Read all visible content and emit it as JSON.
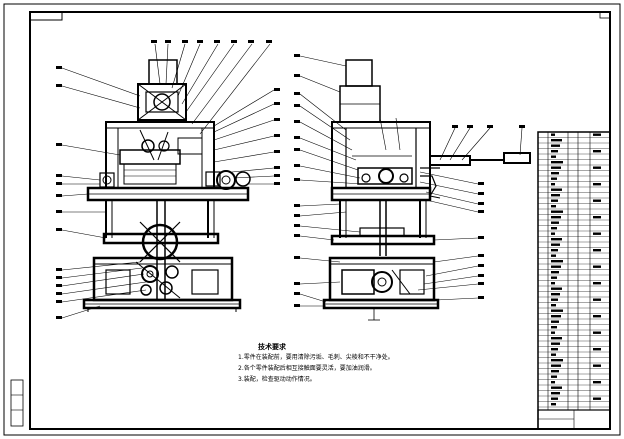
{
  "technical_requirements": {
    "title": "技术要求",
    "items": [
      "1.零件在装配前，要用清除污垢、毛刺、尖棱和不干净处。",
      "2.各个零件装配后相互接触面要灵活，要加油润滑。",
      "3.装配，检查驱动动作情况。"
    ]
  }
}
